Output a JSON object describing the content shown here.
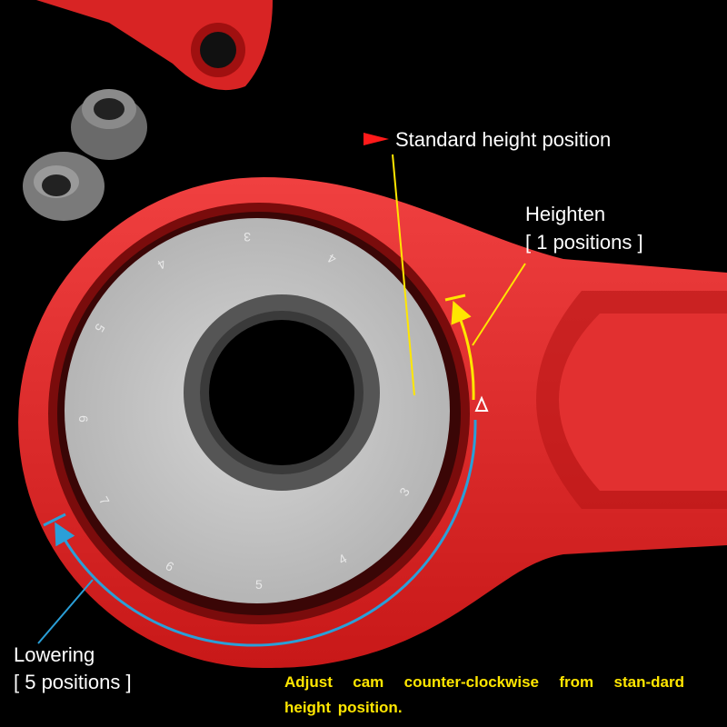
{
  "labels": {
    "standard": "Standard height position",
    "heighten_title": "Heighten",
    "heighten_count": "[ 1 positions ]",
    "lowering_title": "Lowering",
    "lowering_count": "[ 5 positions ]"
  },
  "note": "Adjust cam counter-clockwise from stan-dard height position.",
  "dial_numbers": [
    "3",
    "4",
    "5",
    "6",
    "7",
    "6",
    "5",
    "4",
    "3",
    "4"
  ],
  "colors": {
    "arm_red": "#e8282a",
    "heighten_yellow": "#ffe600",
    "lowering_blue": "#2a9fd8",
    "marker_red": "#ff1a1a"
  }
}
